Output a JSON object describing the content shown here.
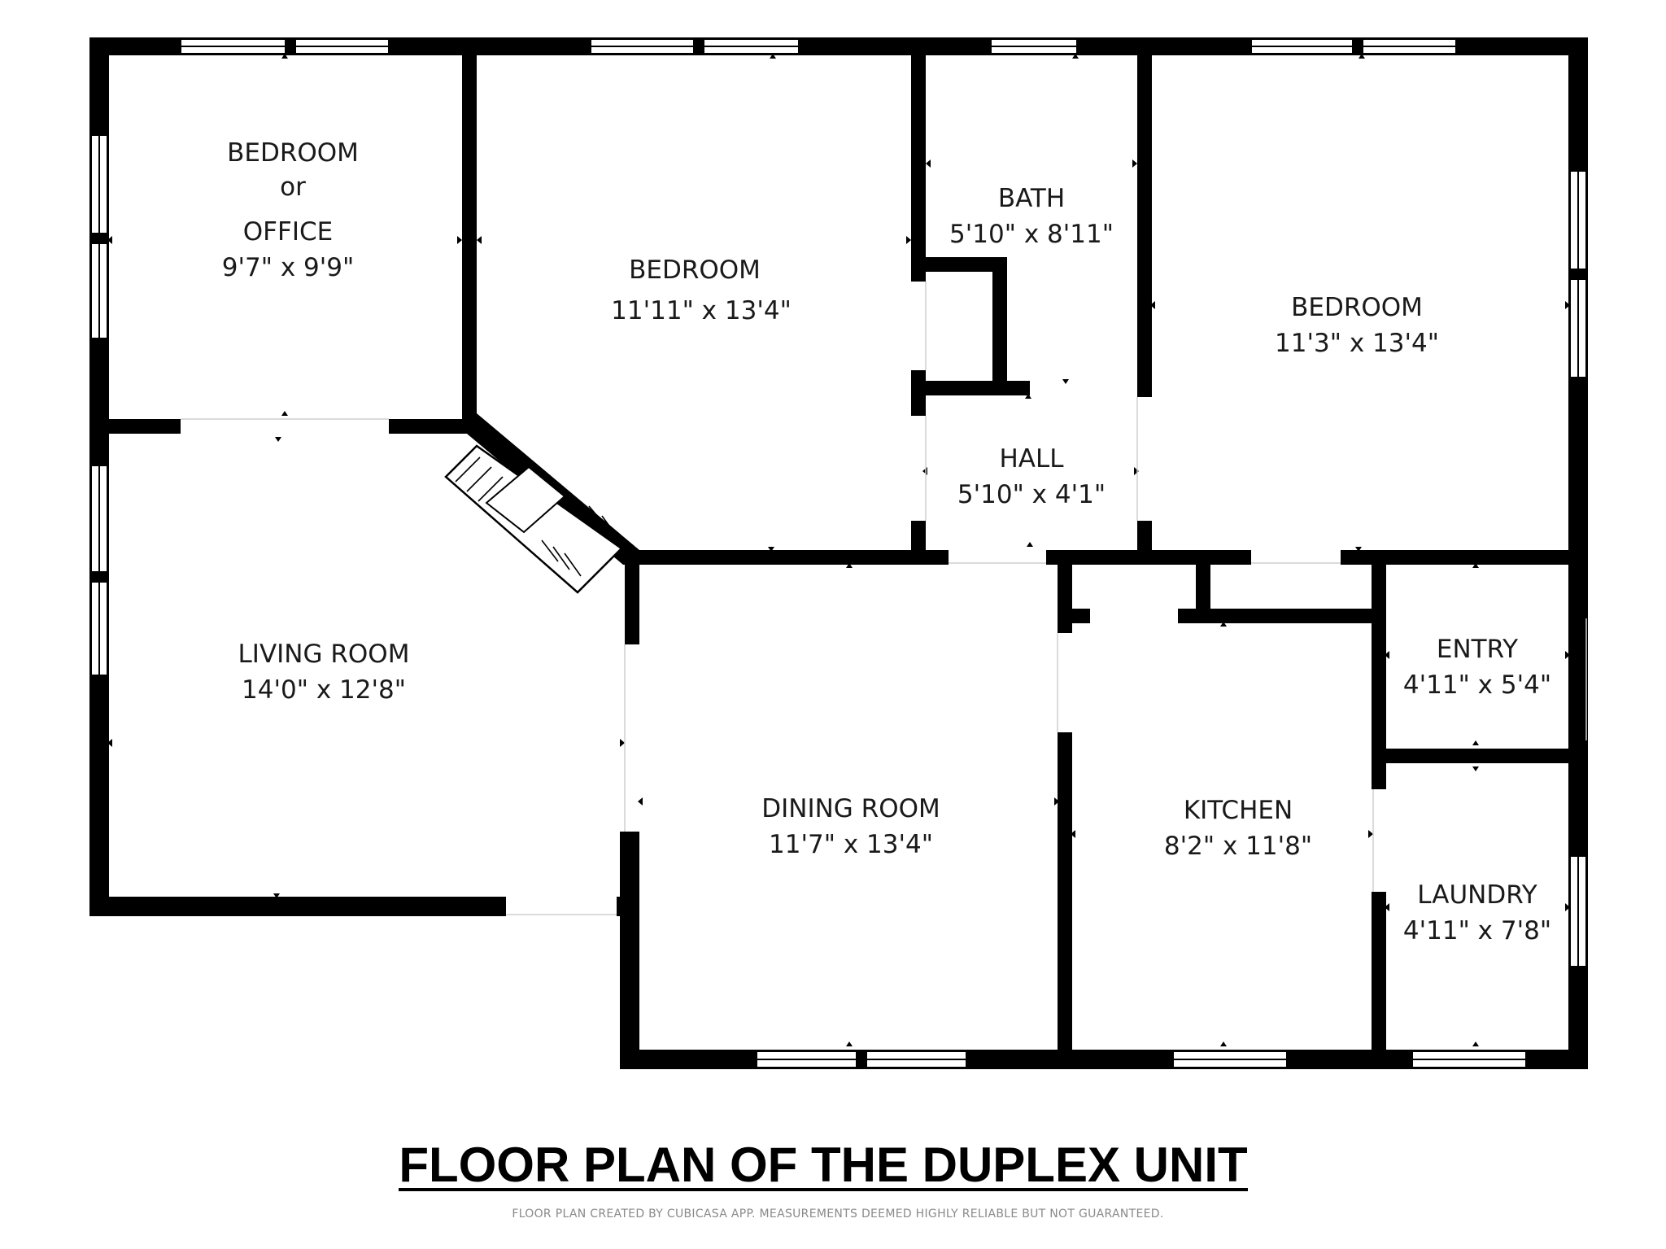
{
  "rooms": {
    "bedroom_office": {
      "line1": "BEDROOM",
      "line2": "or",
      "line3": "OFFICE",
      "dims": "9'7\" x 9'9\""
    },
    "bedroom_center": {
      "name": "BEDROOM",
      "dims": "11'11\" x 13'4\""
    },
    "bath": {
      "name": "BATH",
      "dims": "5'10\" x 8'11\""
    },
    "bedroom_right": {
      "name": "BEDROOM",
      "dims": "11'3\" x 13'4\""
    },
    "hall": {
      "name": "HALL",
      "dims": "5'10\" x 4'1\""
    },
    "living_room": {
      "name": "LIVING ROOM",
      "dims": "14'0\" x 12'8\""
    },
    "dining_room": {
      "name": "DINING ROOM",
      "dims": "11'7\" x 13'4\""
    },
    "kitchen": {
      "name": "KITCHEN",
      "dims": "8'2\" x 11'8\""
    },
    "entry": {
      "name": "ENTRY",
      "dims": "4'11\" x 5'4\""
    },
    "laundry": {
      "name": "LAUNDRY",
      "dims": "4'11\" x 7'8\""
    }
  },
  "title": "FLOOR PLAN OF THE DUPLEX UNIT",
  "disclaimer": "FLOOR PLAN CREATED BY CUBICASA APP. MEASUREMENTS DEEMED HIGHLY RELIABLE BUT NOT GUARANTEED.",
  "colors": {
    "wall": "#000000",
    "background": "#ffffff",
    "disclaimer": "#8a8a8a"
  }
}
